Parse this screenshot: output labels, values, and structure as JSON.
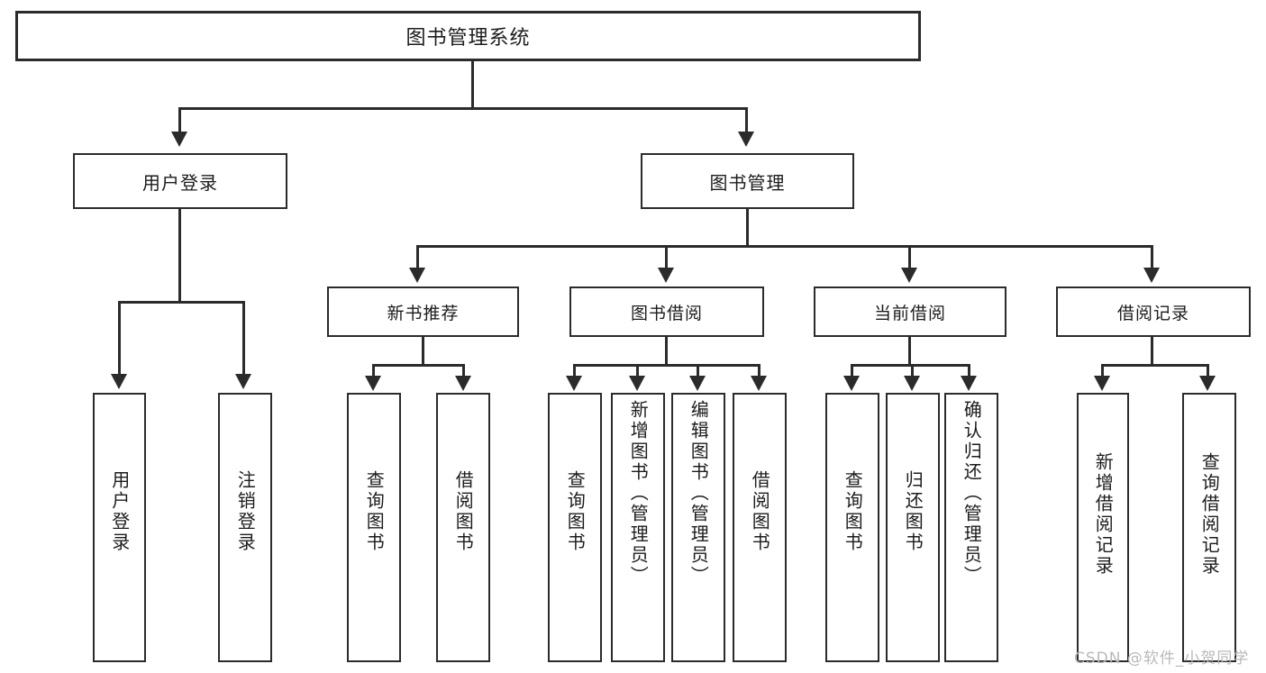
{
  "diagram": {
    "type": "tree",
    "title": "图书管理系统",
    "root": {
      "label": "图书管理系统"
    },
    "level2": [
      {
        "label": "用户登录"
      },
      {
        "label": "图书管理"
      }
    ],
    "level3": [
      {
        "label": "新书推荐"
      },
      {
        "label": "图书借阅"
      },
      {
        "label": "当前借阅"
      },
      {
        "label": "借阅记录"
      }
    ],
    "leaves": {
      "user_login": [
        {
          "label": "用户登录"
        },
        {
          "label": "注销登录"
        }
      ],
      "new_book_recommend": [
        {
          "label": "查询图书"
        },
        {
          "label": "借阅图书"
        }
      ],
      "book_borrow": [
        {
          "label": "查询图书"
        },
        {
          "label": "新增图书（管理员）"
        },
        {
          "label": "编辑图书（管理员）"
        },
        {
          "label": "借阅图书"
        }
      ],
      "current_borrow": [
        {
          "label": "查询图书"
        },
        {
          "label": "归还图书"
        },
        {
          "label": "确认归还（管理员）"
        }
      ],
      "borrow_record": [
        {
          "label": "新增借阅记录"
        },
        {
          "label": "查询借阅记录"
        }
      ]
    }
  },
  "watermark": {
    "text": "CSDN @软件_小贺同学"
  },
  "colors": {
    "stroke": "#2b2b2b",
    "background": "#ffffff",
    "text": "#1c1c1c",
    "watermark": "#b9b9b9"
  }
}
